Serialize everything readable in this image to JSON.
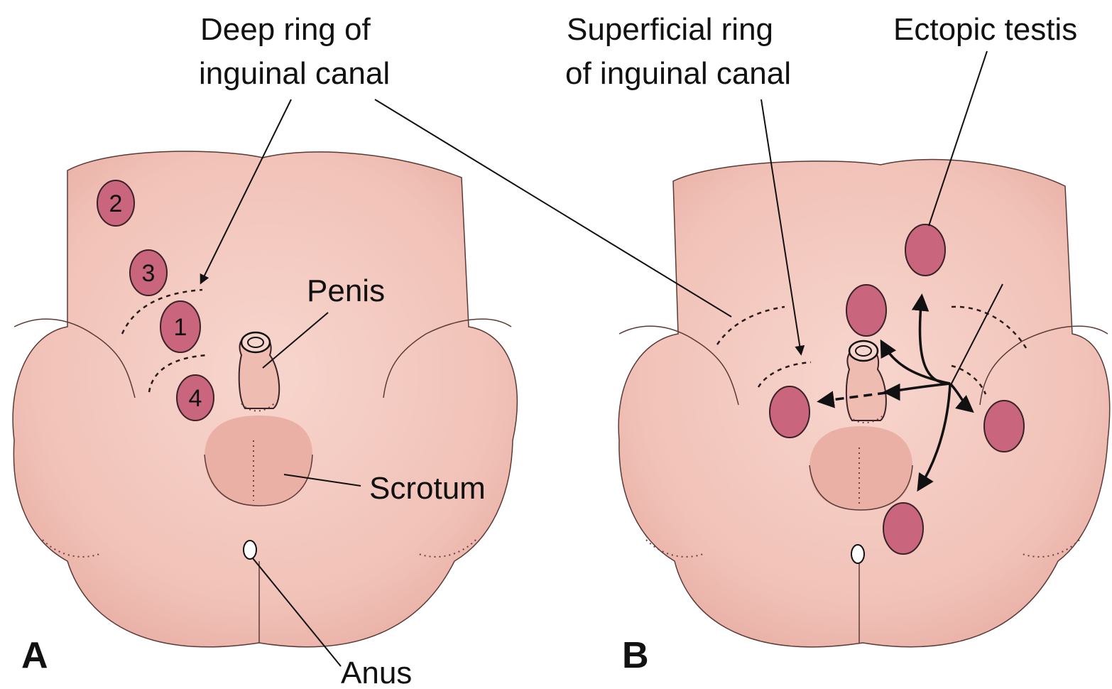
{
  "labels": {
    "deep_ring_line1": "Deep ring of",
    "deep_ring_line2": "inguinal canal",
    "superficial_ring_line1": "Superficial ring",
    "superficial_ring_line2": "of inguinal canal",
    "ectopic_testis": "Ectopic testis",
    "penis": "Penis",
    "scrotum": "Scrotum",
    "anus": "Anus",
    "panel_a": "A",
    "panel_b": "B"
  },
  "positions_numbers": [
    "1",
    "2",
    "3",
    "4"
  ],
  "colors": {
    "skin": "#f2c6bc",
    "skin_shadow": "#e3a79e",
    "testis": "#c9667e",
    "line": "#111111"
  }
}
